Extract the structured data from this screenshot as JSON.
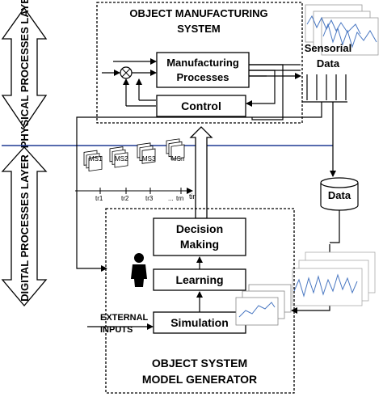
{
  "layers": {
    "physical": "PHYSICAL PROCESSES LAYER",
    "digital": "DIGITAL PROCESSES LAYER"
  },
  "top_system": {
    "title_line1": "OBJECT MANUFACTURING",
    "title_line2": "SYSTEM",
    "manufacturing_line1": "Manufacturing",
    "manufacturing_line2": "Processes",
    "control": "Control"
  },
  "sensorial": {
    "line1": "Sensorial",
    "line2": "Data"
  },
  "data_store": "Data",
  "timeline": {
    "states": [
      "MS1",
      "MS2",
      "MS3",
      "MSn"
    ],
    "ticks": [
      "tr1",
      "tr2",
      "tr3",
      "...",
      "trn"
    ],
    "axis_label": "tim"
  },
  "model_generator": {
    "decision_line1": "Decision",
    "decision_line2": "Making",
    "learning": "Learning",
    "simulation": "Simulation",
    "external_line1": "EXTERNAL",
    "external_line2": "INPUTS",
    "title_line1": "OBJECT SYSTEM",
    "title_line2": "MODEL GENERATOR"
  },
  "colors": {
    "divider": "#1f3a93",
    "chart_line": "#4a78c2"
  }
}
